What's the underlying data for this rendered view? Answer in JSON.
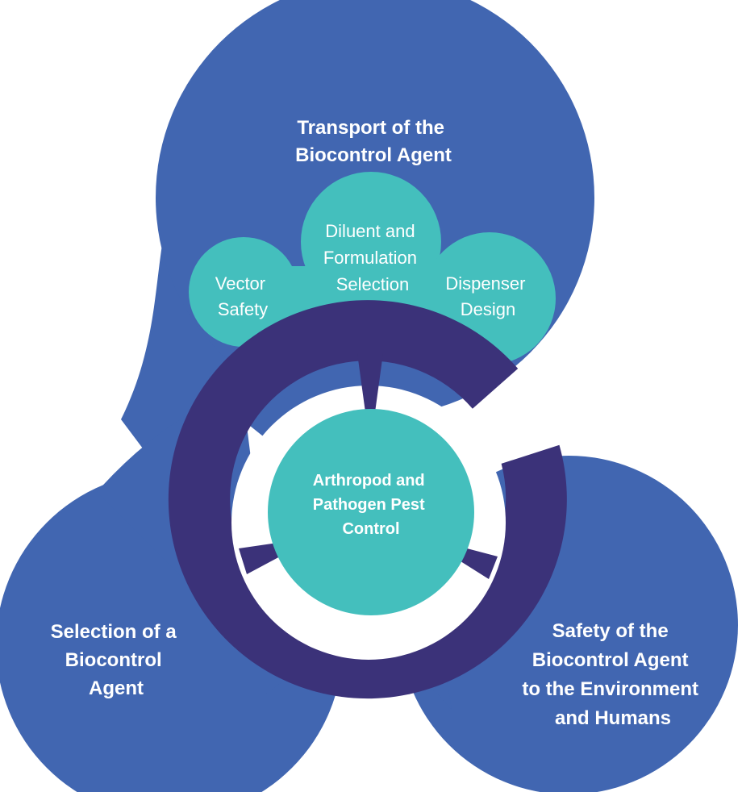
{
  "colors": {
    "lobe_blue": "#4166b1",
    "ring_purple": "#3b3279",
    "teal": "#44bfbd",
    "background": "#ffffff",
    "text": "#ffffff"
  },
  "center": {
    "lines": [
      "Arthropod and",
      "Pathogen Pest",
      "Control"
    ]
  },
  "lobes": {
    "top": {
      "lines": [
        "Transport of the",
        "Biocontrol Agent"
      ]
    },
    "left": {
      "lines": [
        "Selection of a",
        "Biocontrol",
        "Agent"
      ]
    },
    "right": {
      "lines": [
        "Safety of the",
        "Biocontrol Agent",
        "to the Environment",
        "and Humans"
      ]
    }
  },
  "petals": {
    "left": {
      "lines": [
        "Vector",
        "Safety"
      ]
    },
    "middle": {
      "lines": [
        "Diluent and",
        "Formulation",
        "Selection"
      ]
    },
    "right": {
      "lines": [
        "Dispenser",
        "Design"
      ]
    }
  }
}
